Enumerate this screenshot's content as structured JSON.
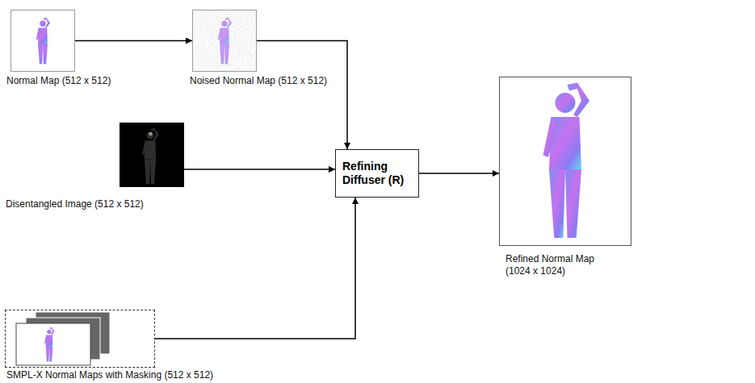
{
  "diagram": {
    "nodes": [
      {
        "text": [
          "Normal Map (512 x 512)"
        ]
      },
      {
        "text": [
          "Noised Normal Map (512 x 512)"
        ]
      },
      {
        "text": [
          "Disentangled Image (512 x 512)"
        ]
      },
      {
        "text": [
          "Refining Diffuser (R)"
        ]
      },
      {
        "text": [
          "SMPL-X Normal Maps with Masking (512 x 512)"
        ]
      },
      {
        "text": [
          "Refined Normal Map (1024 x 1024)"
        ]
      }
    ],
    "edges": [
      {
        "from": 0,
        "to": 1,
        "arrow": "to"
      },
      {
        "from": 1,
        "to": 3,
        "arrow": "to"
      },
      {
        "from": 2,
        "to": 3,
        "arrow": "to"
      },
      {
        "from": 4,
        "to": 3,
        "arrow": "to"
      },
      {
        "from": 3,
        "to": 5,
        "arrow": "to"
      }
    ]
  }
}
